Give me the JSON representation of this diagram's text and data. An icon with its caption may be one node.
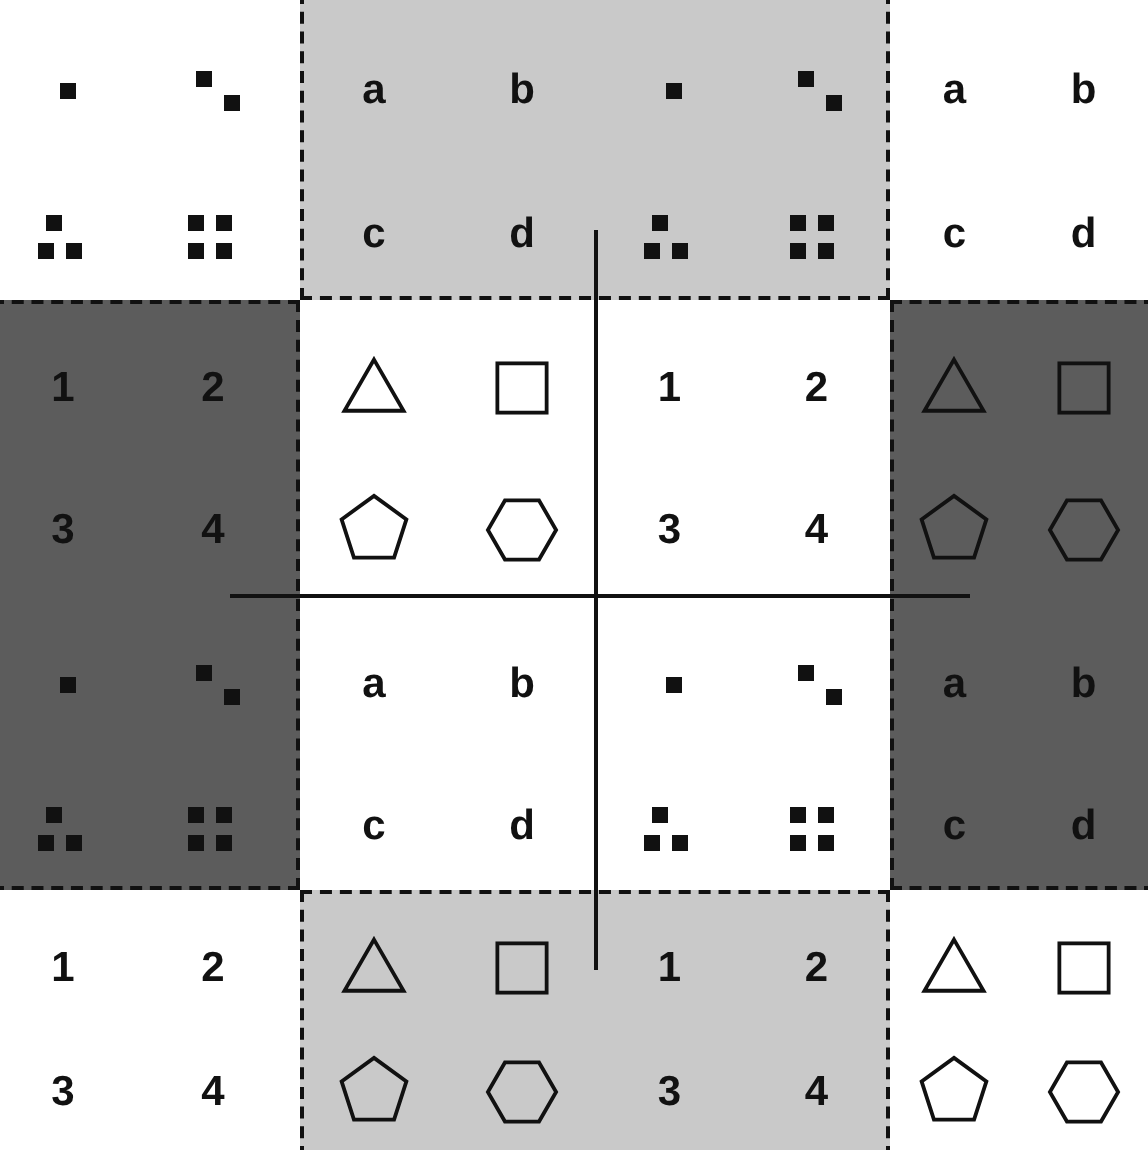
{
  "diagram": {
    "labels": [
      "a",
      "b",
      "c",
      "d",
      "a",
      "b",
      "c",
      "d",
      "1",
      "2",
      "3",
      "4",
      "1",
      "2",
      "3",
      "4",
      "a",
      "b",
      "c",
      "d",
      "a",
      "b",
      "c",
      "d",
      "1",
      "2",
      "3",
      "4",
      "1",
      "2",
      "3",
      "4"
    ]
  }
}
